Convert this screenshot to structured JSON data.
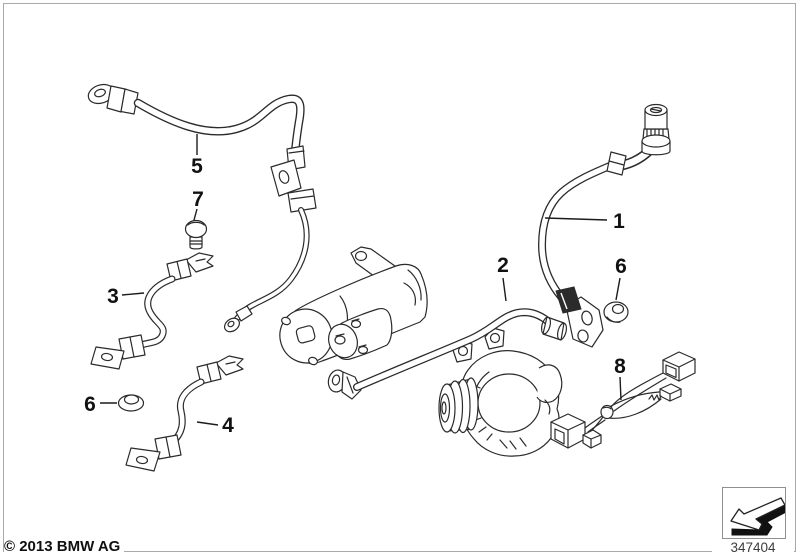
{
  "page": {
    "background_color": "#ffffff",
    "frame_color": "#a9a9a9",
    "line_color": "#2b2b2b"
  },
  "diagram": {
    "callouts": [
      {
        "label": "1"
      },
      {
        "label": "2"
      },
      {
        "label": "3"
      },
      {
        "label": "4"
      },
      {
        "label": "5"
      },
      {
        "label": "6"
      },
      {
        "label": "6"
      },
      {
        "label": "7"
      },
      {
        "label": "8"
      }
    ]
  },
  "footer": {
    "copyright": "© 2013 BMW AG",
    "part_number": "347404"
  },
  "icons": {
    "thumbnail": "direction-arrow-icon"
  }
}
